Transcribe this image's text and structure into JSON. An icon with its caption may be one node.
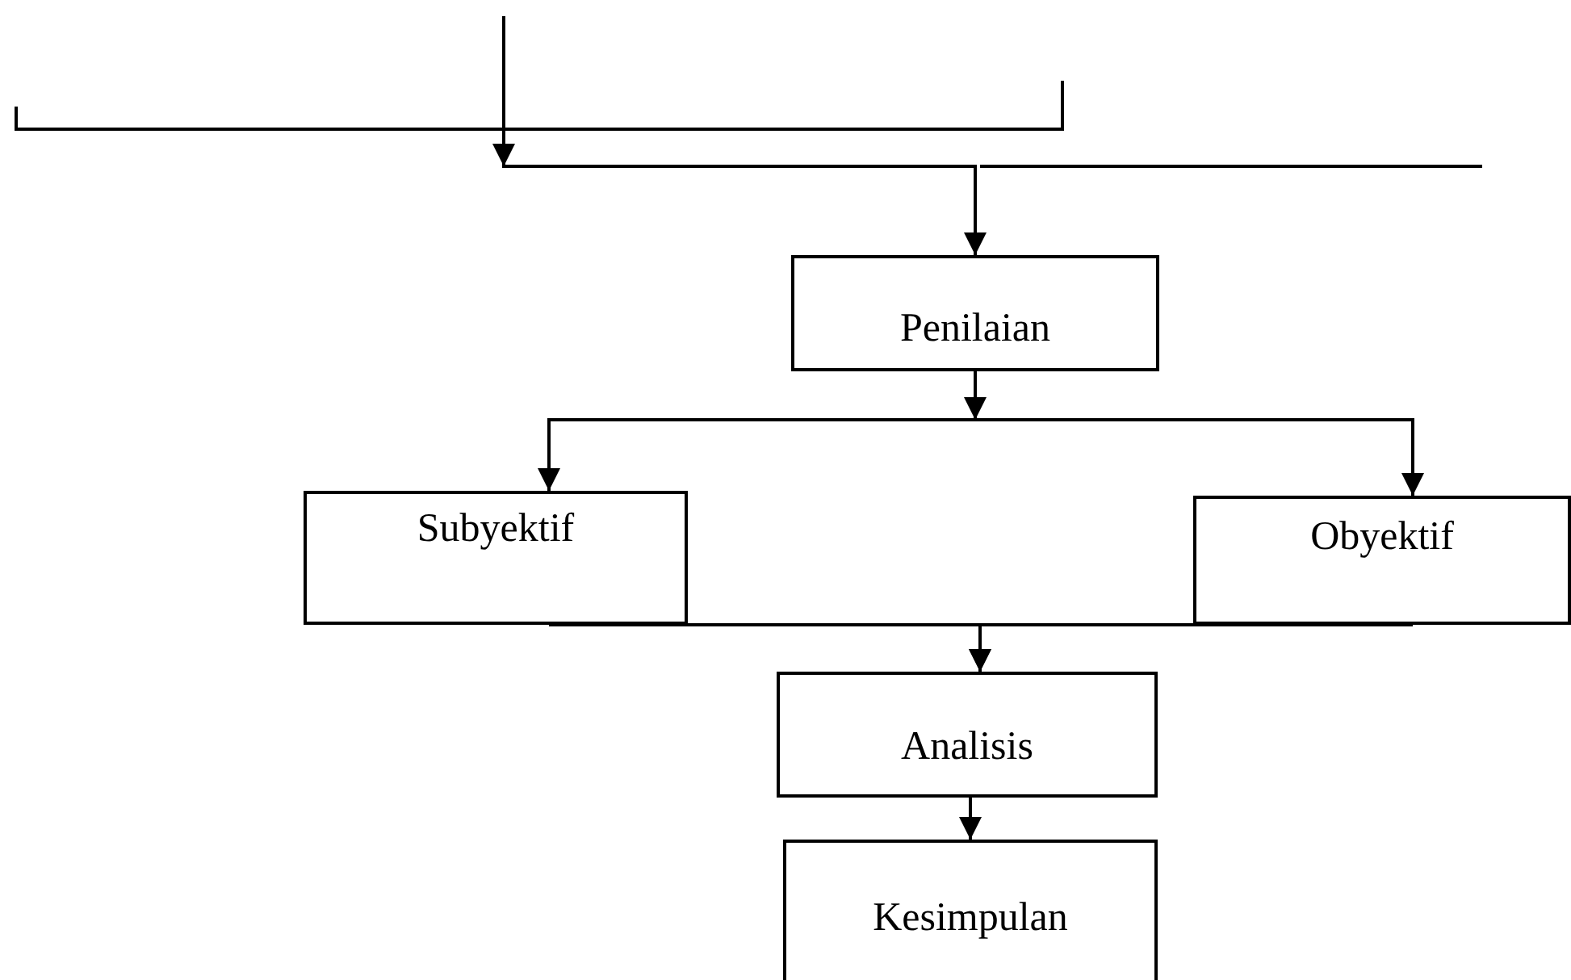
{
  "diagram": {
    "nodes": [
      {
        "text": [
          "Penilaian"
        ]
      },
      {
        "text": [
          "Subyektif"
        ]
      },
      {
        "text": [
          "Obyektif"
        ]
      },
      {
        "text": [
          "Analisis"
        ]
      },
      {
        "text": [
          "Kesimpulan"
        ]
      }
    ],
    "edges": [
      {
        "from": null,
        "to": 0,
        "arrow": "to"
      },
      {
        "from": 0,
        "to": 1,
        "arrow": "to"
      },
      {
        "from": 0,
        "to": 2,
        "arrow": "to"
      },
      {
        "from": 1,
        "to": 3,
        "arrow": "to"
      },
      {
        "from": 2,
        "to": 3,
        "arrow": "to"
      },
      {
        "from": 3,
        "to": 4,
        "arrow": "to"
      }
    ]
  }
}
